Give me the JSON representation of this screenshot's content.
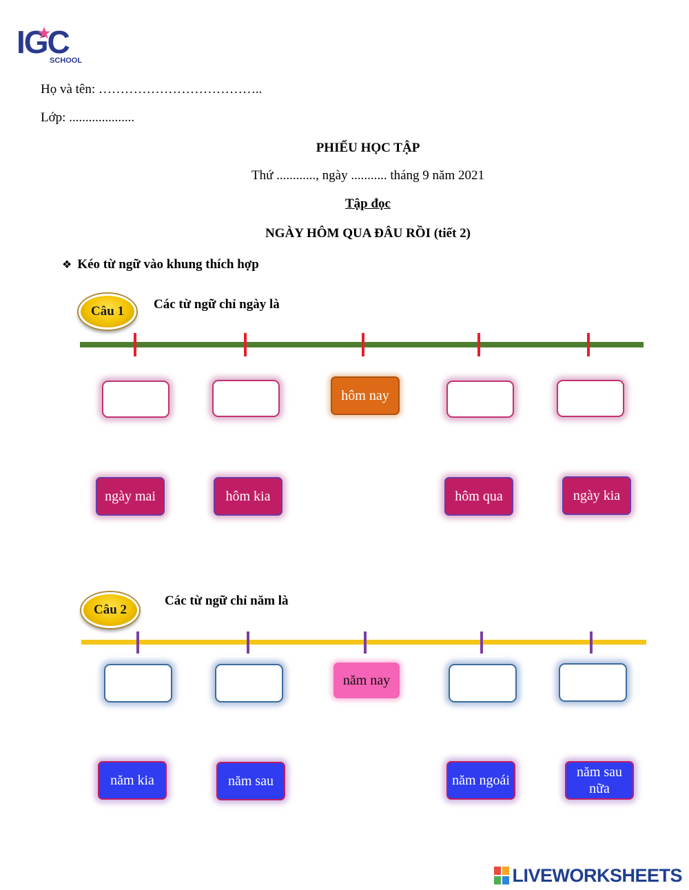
{
  "logo": {
    "mark": "IGC",
    "school": "SCHOOL",
    "star": "star-icon"
  },
  "header": {
    "name_line": "Họ và tên: ………………………………..",
    "class_line": "Lớp: ....................",
    "title": "PHIẾU HỌC TẬP",
    "date_line": "Thứ ............, ngày ........... tháng 9 năm 2021",
    "subject": "Tập đọc",
    "lesson": "NGÀY HÔM QUA ĐÂU RỒI (tiết 2)"
  },
  "instruction": {
    "bullet": "❖",
    "text": "Kéo từ ngữ vào khung thích hợp"
  },
  "q1": {
    "badge": "Câu 1",
    "prompt": "Các từ ngữ chỉ ngày là",
    "given": "hôm nay",
    "options": [
      "ngày mai",
      "hôm kia",
      "hôm qua",
      "ngày kia"
    ]
  },
  "q2": {
    "badge": "Câu 2",
    "prompt": "Các từ ngữ chỉ năm là",
    "given": "năm nay",
    "options": [
      "năm kia",
      "năm sau",
      "năm ngoái",
      "năm sau nữa"
    ]
  },
  "footer": {
    "brand": "LIVEWORKSHEETS"
  },
  "colors": {
    "timeline1": "#4d7d2e",
    "tick1": "#e5202a",
    "timeline2": "#f5c518",
    "tick2": "#7b3fa0",
    "chip_red": "#c01e64",
    "chip_blue": "#2f3cf0",
    "chip_orange": "#dc6a16",
    "chip_pink": "#f564b6"
  }
}
